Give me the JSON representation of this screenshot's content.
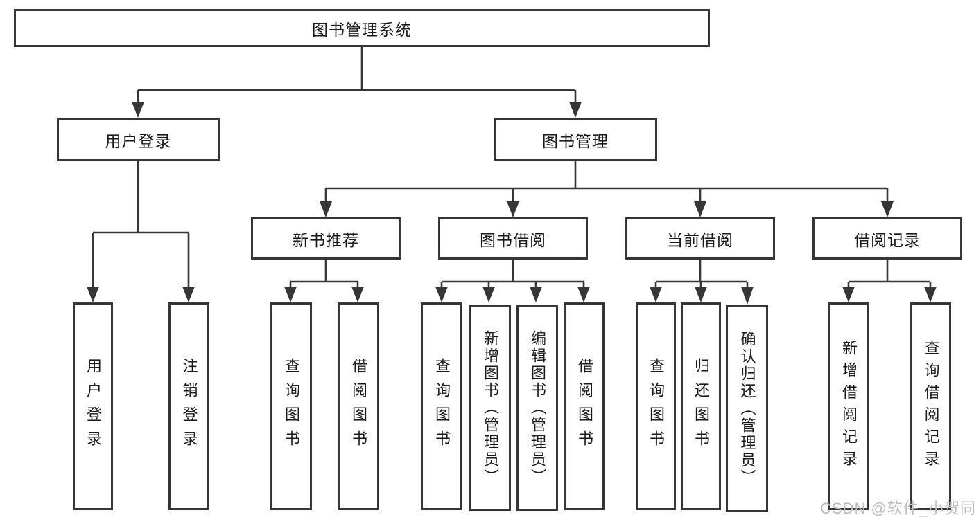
{
  "diagram": {
    "title_node": {
      "label": "图书管理系统"
    },
    "level2": [
      {
        "id": "user-login",
        "label": "用户登录"
      },
      {
        "id": "book-management",
        "label": "图书管理"
      }
    ],
    "level3": [
      {
        "id": "new-book-recommend",
        "label": "新书推荐"
      },
      {
        "id": "book-borrow",
        "label": "图书借阅"
      },
      {
        "id": "current-borrow",
        "label": "当前借阅"
      },
      {
        "id": "borrow-records",
        "label": "借阅记录"
      }
    ],
    "leaves": {
      "user_login": [
        {
          "label": "用户登录"
        },
        {
          "label": "注销登录"
        }
      ],
      "new_book_recommend": [
        {
          "label": "查询图书"
        },
        {
          "label": "借阅图书"
        }
      ],
      "book_borrow": [
        {
          "label": "查询图书"
        },
        {
          "label": "新增图书（管理员）"
        },
        {
          "label": "编辑图书（管理员）"
        },
        {
          "label": "借阅图书"
        }
      ],
      "current_borrow": [
        {
          "label": "查询图书"
        },
        {
          "label": "归还图书"
        },
        {
          "label": "确认归还（管理员）"
        }
      ],
      "borrow_records": [
        {
          "label": "新增借阅记录"
        },
        {
          "label": "查询借阅记录"
        }
      ]
    },
    "colors": {
      "line": "#363636",
      "text": "#1a1a1a",
      "background": "#ffffff"
    }
  },
  "watermark": {
    "text": "CSDN @软件_小贺同学",
    "color": "#bdbdbd"
  }
}
